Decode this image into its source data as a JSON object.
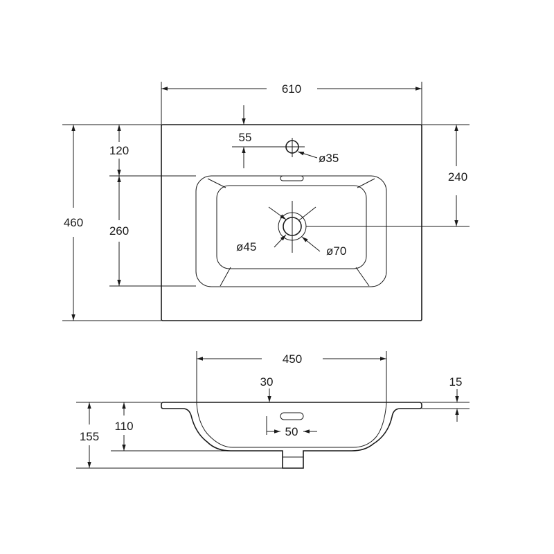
{
  "top_view": {
    "overall_width": "610",
    "overall_depth": "460",
    "tap_hole_offset": "55",
    "tap_hole_diameter": "ø35",
    "front_to_bowl": "120",
    "bowl_length": "260",
    "edge_to_drain": "240",
    "drain_inner_diameter": "ø45",
    "drain_outer_diameter": "ø70"
  },
  "side_view": {
    "bowl_width": "450",
    "overflow_offset": "30",
    "rim_thickness": "15",
    "overflow_width": "50",
    "bowl_depth": "110",
    "overall_height": "155"
  }
}
